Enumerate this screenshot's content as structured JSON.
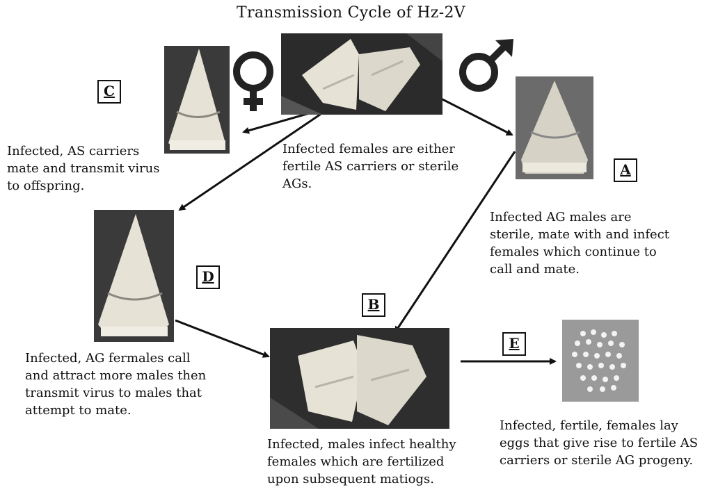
{
  "title": "Transmission Cycle of Hz-2V",
  "labels": {
    "A": "A",
    "B": "B",
    "C": "C",
    "D": "D",
    "E": "E"
  },
  "captions": {
    "top": [
      "Infected females are either",
      "fertile AS carriers or sterile",
      "AGs."
    ],
    "A": [
      "Infected AG males are",
      "sterile, mate with and infect",
      "females which continue to",
      "call and mate."
    ],
    "B": [
      "Infected, males infect healthy",
      "females which are fertilized",
      "upon subsequent matiogs."
    ],
    "C": [
      "Infected, AS carriers",
      "mate and transmit virus",
      "to offspring."
    ],
    "D": [
      "Infected, AG fermales call",
      "and attract more males then",
      "transmit virus to males that",
      "attempt to mate."
    ],
    "E": [
      "Infected, fertile, females lay",
      "eggs that give rise to fertile AS",
      "carriers or sterile AG progeny."
    ]
  },
  "symbols": {
    "female_color": "#222222",
    "male_color": "#222222"
  },
  "colors": {
    "arrow": "#111111",
    "photo_dark": "#2b2b2b",
    "moth_light": "#e6e2d6",
    "egg_bg": "#9a9a9a"
  }
}
